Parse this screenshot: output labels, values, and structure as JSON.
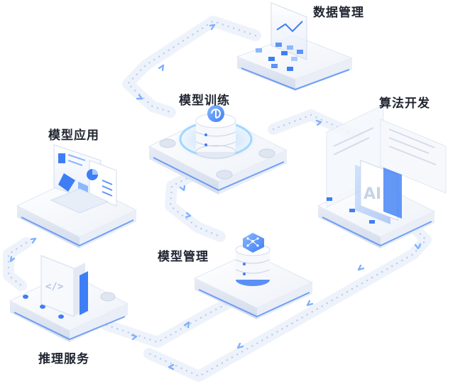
{
  "nodes": {
    "data_management": {
      "label": "数据管理"
    },
    "model_training": {
      "label": "模型训练"
    },
    "algorithm_development": {
      "label": "算法开发",
      "badge": "AI"
    },
    "model_application": {
      "label": "模型应用"
    },
    "model_management": {
      "label": "模型管理"
    },
    "inference_service": {
      "label": "推理服务",
      "code_glyph": "</>"
    }
  },
  "colors": {
    "accent": "#3d7ef5",
    "accent_light": "#7fb0ff",
    "platform_top": "#f2f5fb",
    "platform_side": "#dde4f1",
    "track": "#eef3fb",
    "track_dot": "#b9cdee",
    "label": "#1f2430"
  },
  "icons": [
    "chart-card-icon",
    "database-cylinder-icon",
    "ai-document-icon",
    "dashboard-screen-icon",
    "network-node-icon",
    "code-file-icon"
  ]
}
